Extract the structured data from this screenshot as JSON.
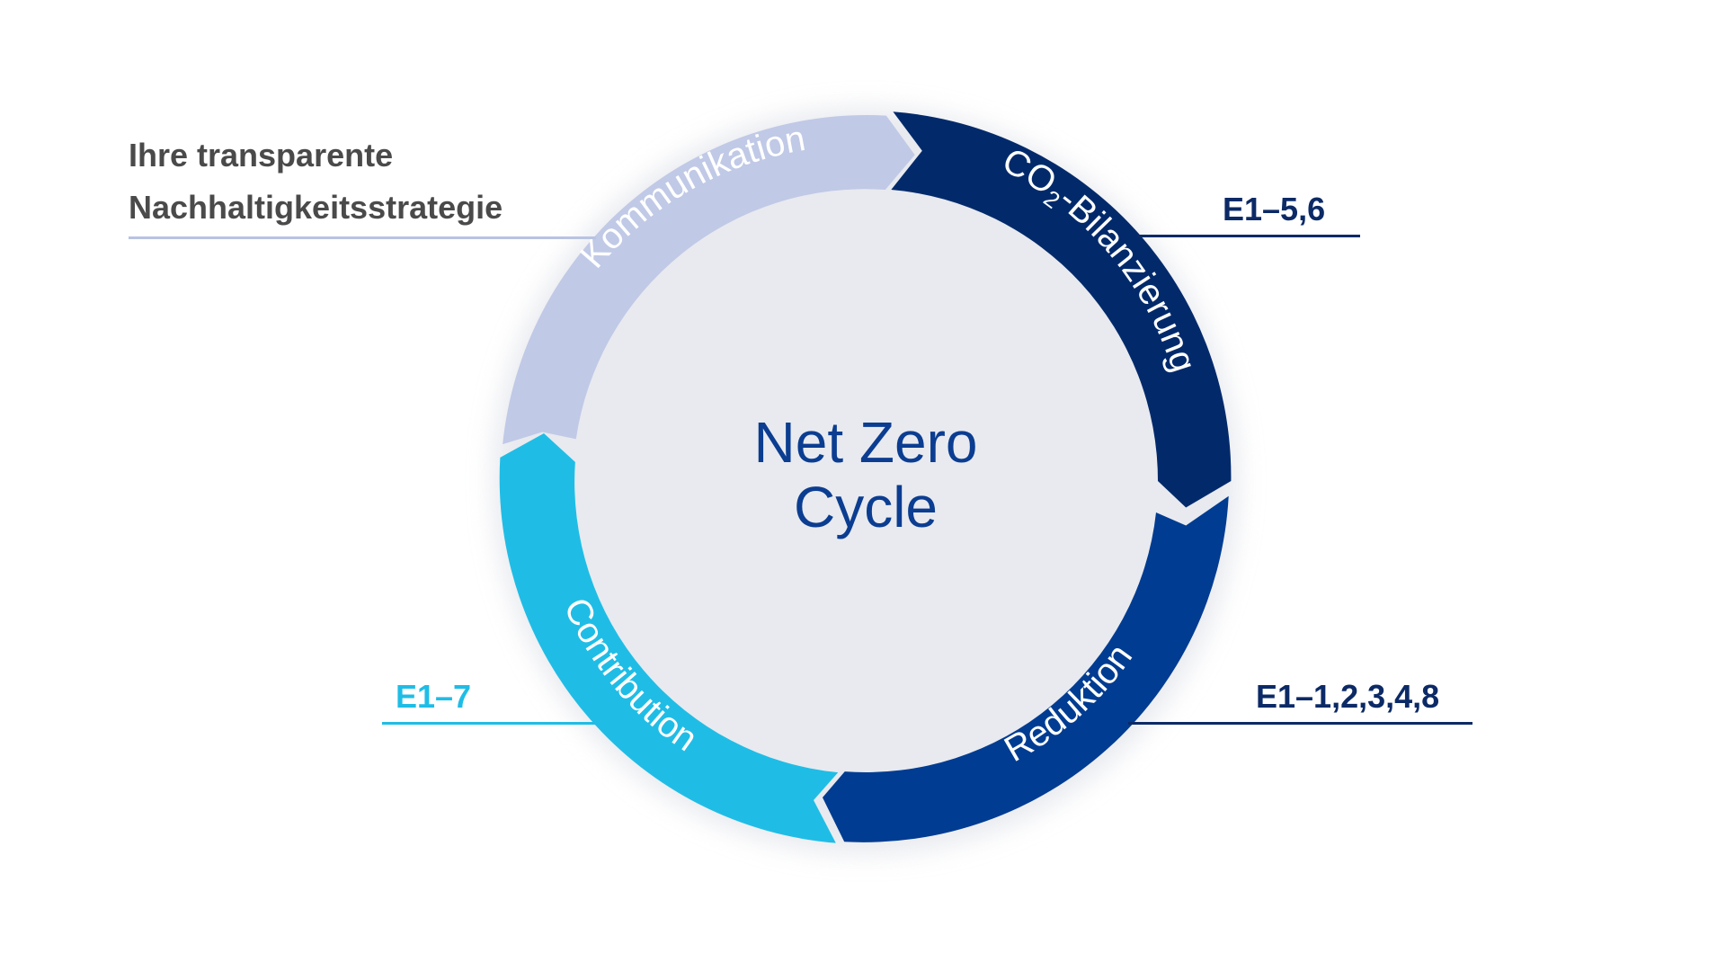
{
  "intro": {
    "line1": "Ihre transparente",
    "line2": "Nachhaltigkeitsstrategie",
    "color": "#4a4a4a",
    "rule_color": "#b9c3e3"
  },
  "center": {
    "line1": "Net Zero",
    "line2": "Cycle",
    "color": "#0b3d91"
  },
  "segments": [
    {
      "label": "Kommunikation",
      "color": "#c0c9e6",
      "text_color": "#ffffff"
    },
    {
      "label_main": "CO",
      "label_sub": "2",
      "label_rest": "-Bilanzierung",
      "color": "#022a6b",
      "text_color": "#ffffff"
    },
    {
      "label": "Reduktion",
      "color": "#003c91",
      "text_color": "#ffffff"
    },
    {
      "label": "Contribution",
      "color": "#1fbde6",
      "text_color": "#ffffff"
    }
  ],
  "references": [
    {
      "text": "E1–5,6",
      "color": "#0b2a66"
    },
    {
      "text": "E1–1,2,3,4,8",
      "color": "#0b2a66"
    },
    {
      "text": "E1–7",
      "color": "#1fbde6"
    }
  ]
}
